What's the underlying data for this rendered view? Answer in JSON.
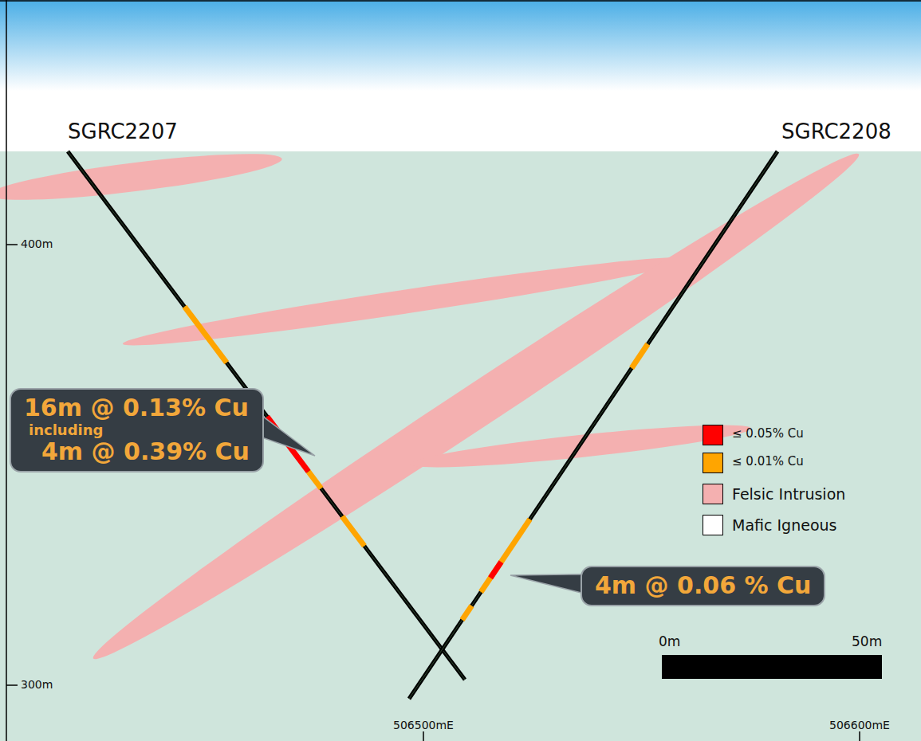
{
  "diagram": {
    "nodes": [
      {
        "text": [
          "16m @ 0.13% Cu",
          "including",
          "4m @ 0.39% Cu"
        ]
      },
      {
        "text": [
          "4m @ 0.06 % Cu"
        ]
      }
    ],
    "labels": [
      "SGRC2207",
      "SGRC2208",
      "400m",
      "300m",
      "506500mE",
      "506600mE",
      "0m",
      "50m"
    ],
    "legend": [
      {
        "text": "≤ 0.05% Cu",
        "color": "#ff0000"
      },
      {
        "text": "≤ 0.01% Cu",
        "color": "#ffa500"
      },
      {
        "text": "Felsic Intrusion",
        "color": "#f4b0b0"
      },
      {
        "text": "Mafic Igneous"
      }
    ]
  }
}
